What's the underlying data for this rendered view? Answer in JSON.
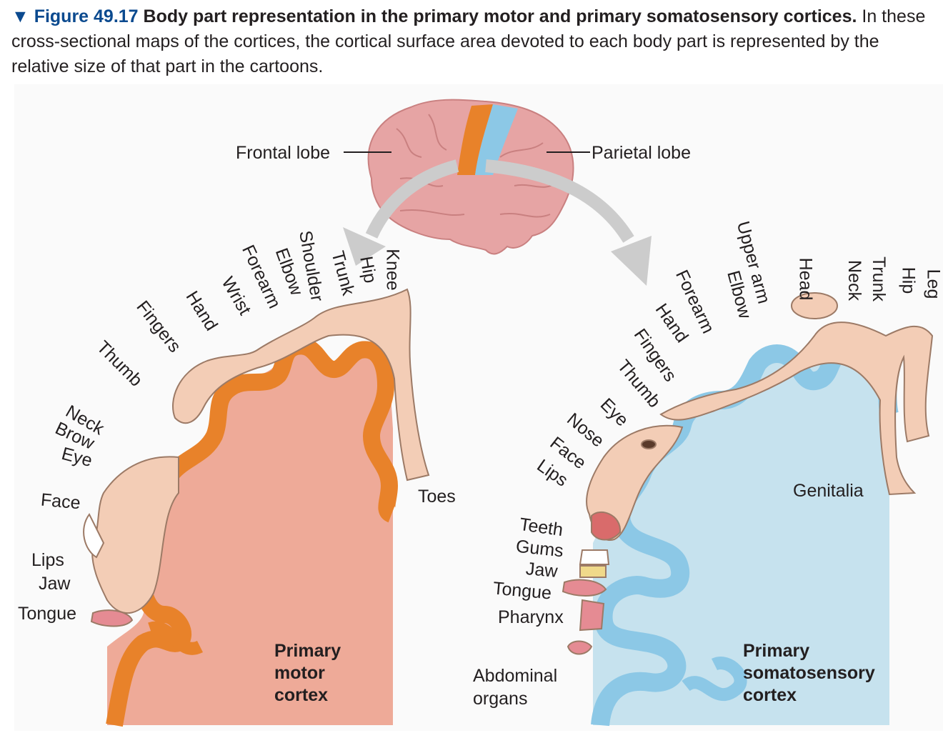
{
  "figure": {
    "number": "▼ Figure 49.17",
    "title": "Body part representation in the primary motor and primary somatosensory cortices.",
    "text": "In these cross-sectional maps of the cortices, the cortical surface area devoted to each body part is represented by the relative size of that part in the cartoons."
  },
  "brain": {
    "frontal_lobe": "Frontal lobe",
    "parietal_lobe": "Parietal lobe"
  },
  "motor": {
    "name_lines": [
      "Primary",
      "motor",
      "cortex"
    ],
    "labels": [
      "Knee",
      "Hip",
      "Trunk",
      "Shoulder",
      "Elbow",
      "Forearm",
      "Wrist",
      "Hand",
      "Fingers",
      "Thumb",
      "Neck",
      "Brow",
      "Eye",
      "Face",
      "Lips",
      "Jaw",
      "Tongue",
      "Toes"
    ]
  },
  "sensory": {
    "name_lines": [
      "Primary",
      "somatosensory",
      "cortex"
    ],
    "labels": [
      "Leg",
      "Hip",
      "Trunk",
      "Neck",
      "Head",
      "Upper arm",
      "Elbow",
      "Forearm",
      "Hand",
      "Fingers",
      "Thumb",
      "Eye",
      "Nose",
      "Face",
      "Lips",
      "Teeth",
      "Gums",
      "Jaw",
      "Tongue",
      "Pharynx",
      "Abdominal",
      "organs",
      "Genitalia"
    ]
  },
  "colors": {
    "motor_band": "#e8822a",
    "motor_fill": "#eeaa98",
    "sensory_band": "#8cc8e6",
    "sensory_fill": "#c6e2ee",
    "brain": "#e6a4a4",
    "arrow": "#cccccc",
    "skin": "#f3cdb6"
  }
}
